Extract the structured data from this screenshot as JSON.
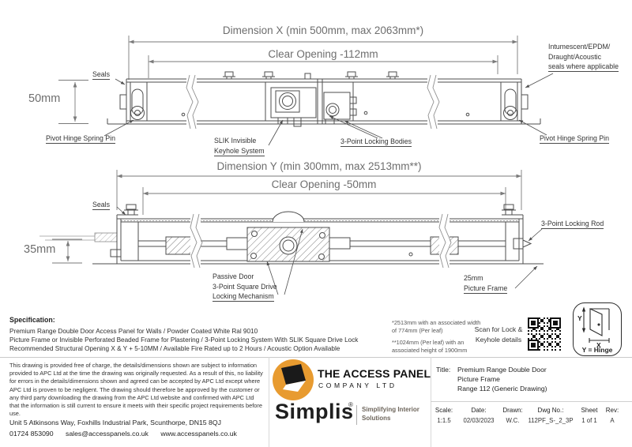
{
  "colors": {
    "logo_orange": "#E89B30",
    "line_gray": "#4d4d4d",
    "dim_gray": "#6e6e6e"
  },
  "drawing_top": {
    "dimension_x": "Dimension X (min 500mm, max 2063mm*)",
    "clear_opening": "Clear Opening -112mm",
    "depth": "50mm",
    "seals": "Seals",
    "pivot_hinge_left": "Pivot Hinge Spring Pin",
    "pivot_hinge_right": "Pivot Hinge Spring Pin",
    "intumescent_line1": "Intumescent/EPDM/",
    "intumescent_line2": "Draught/Acoustic",
    "intumescent_line3": "seals where applicable",
    "slik_line1": "SLIK Invisible",
    "slik_line2": "Keyhole System",
    "locking_bodies": "3-Point Locking Bodies"
  },
  "drawing_bottom": {
    "dimension_y": "Dimension Y (min 300mm, max 2513mm**)",
    "clear_opening": "Clear Opening -50mm",
    "depth": "35mm",
    "seals": "Seals",
    "locking_rod": "3-Point Locking Rod",
    "passive_line1": "Passive Door",
    "passive_line2": "3-Point Square Drive",
    "passive_line3": "Locking Mechanism",
    "frame_line1": "25mm",
    "frame_line2": "Picture Frame"
  },
  "specification": {
    "heading": "Specification:",
    "line1": "Premium Range Double Door Access Panel for Walls / Powder Coated White Ral 9010",
    "line2": "Picture Frame or Invisible Perforated Beaded Frame for Plastering / 3-Point Locking System With SLIK Square Drive Lock",
    "line3": "Recommended Structural Opening X & Y + 5-10MM / Available Fire Rated up to 2 Hours / Acoustic Option Available"
  },
  "footnotes": {
    "note1": "*2513mm with an associated width of 774mm (Per leaf)",
    "note2": "**1024mm (Per leaf) with an associated height of 1900mm"
  },
  "scan": {
    "line1": "Scan for Lock &",
    "line2": "Keyhole details"
  },
  "hinge_key": {
    "y_label": "Y",
    "x_label": "X",
    "caption": "Y = Hinge"
  },
  "branding": {
    "company_line1": "THE ACCESS PANEL",
    "company_line2": "COMPANY LTD",
    "brand": "Simplis",
    "registered": "®",
    "tagline_line1": "Simplifying Interior",
    "tagline_line2": "Solutions"
  },
  "footer": {
    "disclaimer": "This drawing is provided free of charge, the details/dimensions shown are subject to information provided to APC Ltd at the time the drawing was originally requested. As a result of this, no liability for errors in the details/dimensions shown and agreed can be accepted by APC Ltd except where APC Ltd is proven to be negligent. The drawing should therefore be approved by the customer or any third party downloading the drawing from the APC Ltd website and confirmed with APC Ltd that the information is still current to ensure it meets with their specific project requirements before use.",
    "address": "Unit 5 Atkinsons Way, Foxhills Industrial Park, Scunthorpe, DN15 8QJ",
    "phone": "01724 853090",
    "email": "sales@accesspanels.co.uk",
    "website": "www.accesspanels.co.uk"
  },
  "title_block": {
    "title_label": "Title:",
    "title_line1": "Premium Range Double Door",
    "title_line2": "Picture Frame",
    "title_line3": "Range 112 (Generic Drawing)",
    "scale_label": "Scale:",
    "scale": "1:1.5",
    "date_label": "Date:",
    "date": "02/03/2023",
    "drawn_label": "Drawn:",
    "drawn": "W.C.",
    "dwg_label": "Dwg No.:",
    "dwg": "112PF_S-_2_3P",
    "sheet_label": "Sheet",
    "sheet": "1 of 1",
    "rev_label": "Rev:",
    "rev": "A"
  }
}
